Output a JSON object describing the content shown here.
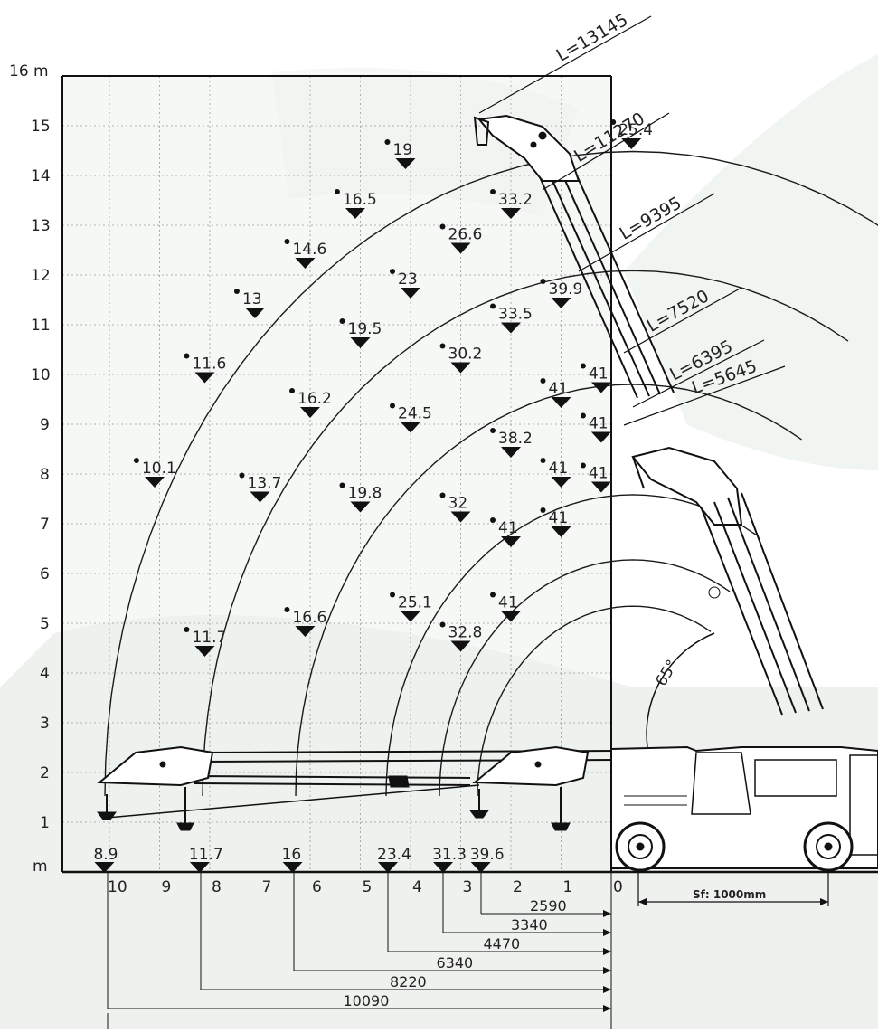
{
  "axes": {
    "y_title": "m",
    "y_top_label": "16 m",
    "y_ticks": [
      "1",
      "2",
      "3",
      "4",
      "5",
      "6",
      "7",
      "8",
      "9",
      "10",
      "11",
      "12",
      "13",
      "14",
      "15"
    ],
    "x_ticks": [
      "10",
      "9",
      "8",
      "7",
      "6",
      "5",
      "4",
      "3",
      "2",
      "1",
      "0"
    ]
  },
  "booms": [
    "L=13145",
    "L=11270",
    "L=9395",
    "L=7520",
    "L=6395",
    "L=5645"
  ],
  "angle_label": "65°",
  "sf_label": "Sf: 1000mm",
  "load_points": [
    {
      "r": 0.4,
      "h": 14.6,
      "t": "25.4"
    },
    {
      "r": -4.1,
      "h": 14.2,
      "t": "19"
    },
    {
      "r": -5.1,
      "h": 13.2,
      "t": "16.5"
    },
    {
      "r": -6.1,
      "h": 12.2,
      "t": "14.6"
    },
    {
      "r": -7.1,
      "h": 11.2,
      "t": "13"
    },
    {
      "r": -8.1,
      "h": 9.9,
      "t": "11.6"
    },
    {
      "r": -9.1,
      "h": 7.8,
      "t": "10.1"
    },
    {
      "r": -8.1,
      "h": 4.4,
      "t": "11.7"
    },
    {
      "r": -2.0,
      "h": 13.2,
      "t": "33.2"
    },
    {
      "r": -3.0,
      "h": 12.5,
      "t": "26.6"
    },
    {
      "r": -4.0,
      "h": 11.6,
      "t": "23"
    },
    {
      "r": -5.0,
      "h": 10.6,
      "t": "19.5"
    },
    {
      "r": -6.0,
      "h": 9.2,
      "t": "16.2"
    },
    {
      "r": -7.0,
      "h": 7.5,
      "t": "13.7"
    },
    {
      "r": -6.1,
      "h": 4.8,
      "t": "16.6"
    },
    {
      "r": -1.0,
      "h": 11.4,
      "t": "39.9"
    },
    {
      "r": -2.0,
      "h": 10.9,
      "t": "33.5"
    },
    {
      "r": -3.0,
      "h": 10.1,
      "t": "30.2"
    },
    {
      "r": -4.0,
      "h": 8.9,
      "t": "24.5"
    },
    {
      "r": -5.0,
      "h": 7.3,
      "t": "19.8"
    },
    {
      "r": -4.0,
      "h": 5.1,
      "t": "25.1"
    },
    {
      "r": -0.2,
      "h": 9.7,
      "t": "41"
    },
    {
      "r": -1.0,
      "h": 9.4,
      "t": "41"
    },
    {
      "r": -2.0,
      "h": 8.4,
      "t": "38.2"
    },
    {
      "r": -3.0,
      "h": 7.1,
      "t": "32"
    },
    {
      "r": -3.0,
      "h": 4.5,
      "t": "32.8"
    },
    {
      "r": -0.2,
      "h": 8.7,
      "t": "41"
    },
    {
      "r": -1.0,
      "h": 7.8,
      "t": "41"
    },
    {
      "r": -2.0,
      "h": 6.6,
      "t": "41"
    },
    {
      "r": -0.2,
      "h": 7.7,
      "t": "41"
    },
    {
      "r": -1.0,
      "h": 6.8,
      "t": "41"
    },
    {
      "r": -2.0,
      "h": 5.1,
      "t": "41"
    }
  ],
  "ground_points": [
    {
      "r": -10.1,
      "t": "8.9"
    },
    {
      "r": -8.2,
      "t": "11.7"
    },
    {
      "r": -6.35,
      "t": "16"
    },
    {
      "r": -4.45,
      "t": "23.4"
    },
    {
      "r": -3.35,
      "t": "31.3"
    },
    {
      "r": -2.6,
      "t": "39.6"
    }
  ],
  "dimensions": [
    "2590",
    "3340",
    "4470",
    "6340",
    "8220",
    "10090"
  ]
}
